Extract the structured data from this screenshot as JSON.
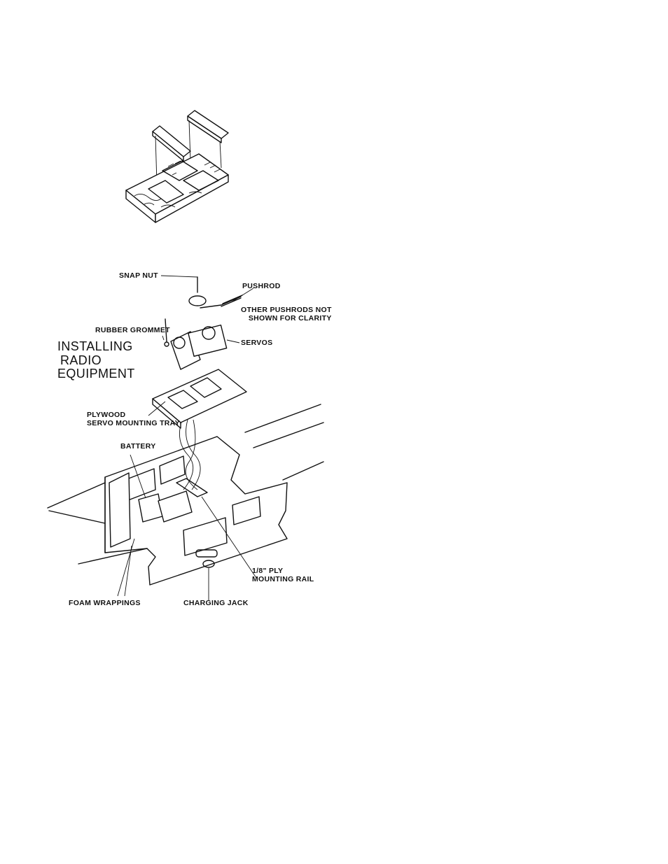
{
  "title_lines": [
    "INSTALLING",
    "RADIO",
    "EQUIPMENT"
  ],
  "labels": {
    "snap_nut": "SNAP NUT",
    "pushrod": "PUSHROD",
    "other_pushrods": [
      "OTHER PUSHRODS NOT",
      "SHOWN FOR CLARITY"
    ],
    "rubber_grommet": "RUBBER GROMMET",
    "servos": "SERVOS",
    "servo_tray": [
      "PLYWOOD",
      "SERVO MOUNTING TRAY"
    ],
    "battery": "BATTERY",
    "mounting_rail": [
      "1/8\" PLY",
      "MOUNTING RAIL"
    ],
    "foam_wrappings": "FOAM WRAPPINGS",
    "charging_jack": "CHARGING JACK"
  }
}
